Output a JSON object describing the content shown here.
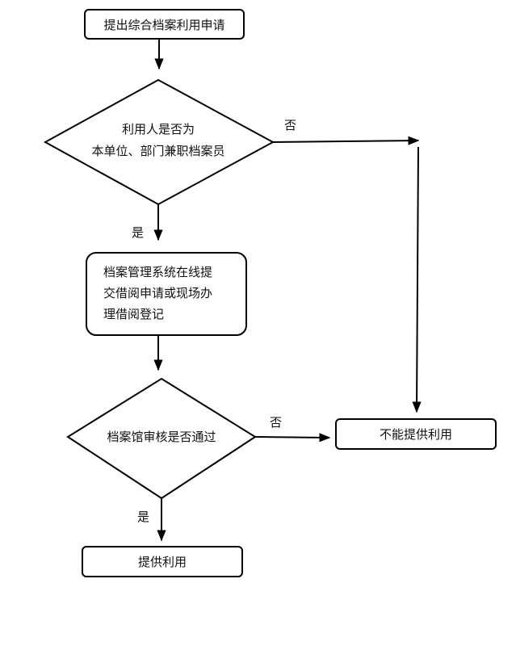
{
  "nodes": {
    "submit_request": "提出综合档案利用申请",
    "is_internal": [
      "利用人是否为",
      "本单位、部门兼职档案员"
    ],
    "system_register": [
      "档案管理系统在线提",
      "交借阅申请或现场办",
      "理借阅登记"
    ],
    "review_passed": "档案馆审核是否通过",
    "cannot_provide": "不能提供利用",
    "provide": "提供利用"
  },
  "edges": {
    "internal_no": "否",
    "internal_yes": "是",
    "review_no": "否",
    "review_yes": "是"
  }
}
